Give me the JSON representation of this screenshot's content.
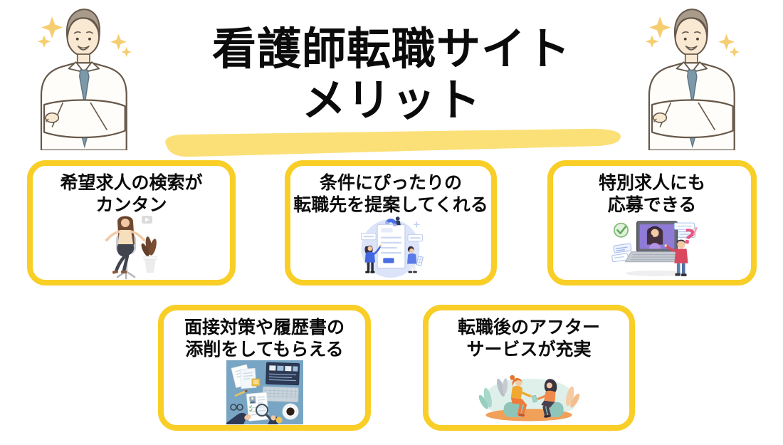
{
  "page": {
    "background_color": "#ffffff",
    "card_border_color": "#F8CE27",
    "highlight_color": "#FBE077",
    "text_color": "#0b0b0b"
  },
  "header": {
    "title_line1": "看護師転職サイト",
    "title_line2": "メリット",
    "decorations": [
      "businessman-arms-crossed-left",
      "businessman-arms-crossed-right",
      "yellow-brush-underline"
    ]
  },
  "cards": [
    {
      "line1": "希望求人の検索が",
      "line2": "カンタン",
      "icon": "woman-on-chair-illustration"
    },
    {
      "line1": "条件にぴったりの",
      "line2": "転職先を提案してくれる",
      "icon": "document-magnet-people-illustration"
    },
    {
      "line1": "特別求人にも",
      "line2": "応募できる",
      "icon": "laptop-video-call-illustration"
    },
    {
      "line1": "面接対策や履歴書の",
      "line2": "添削をしてもらえる",
      "icon": "resume-review-desk-illustration"
    },
    {
      "line1": "転職後のアフター",
      "line2": "サービスが充実",
      "icon": "two-people-talking-illustration"
    }
  ]
}
